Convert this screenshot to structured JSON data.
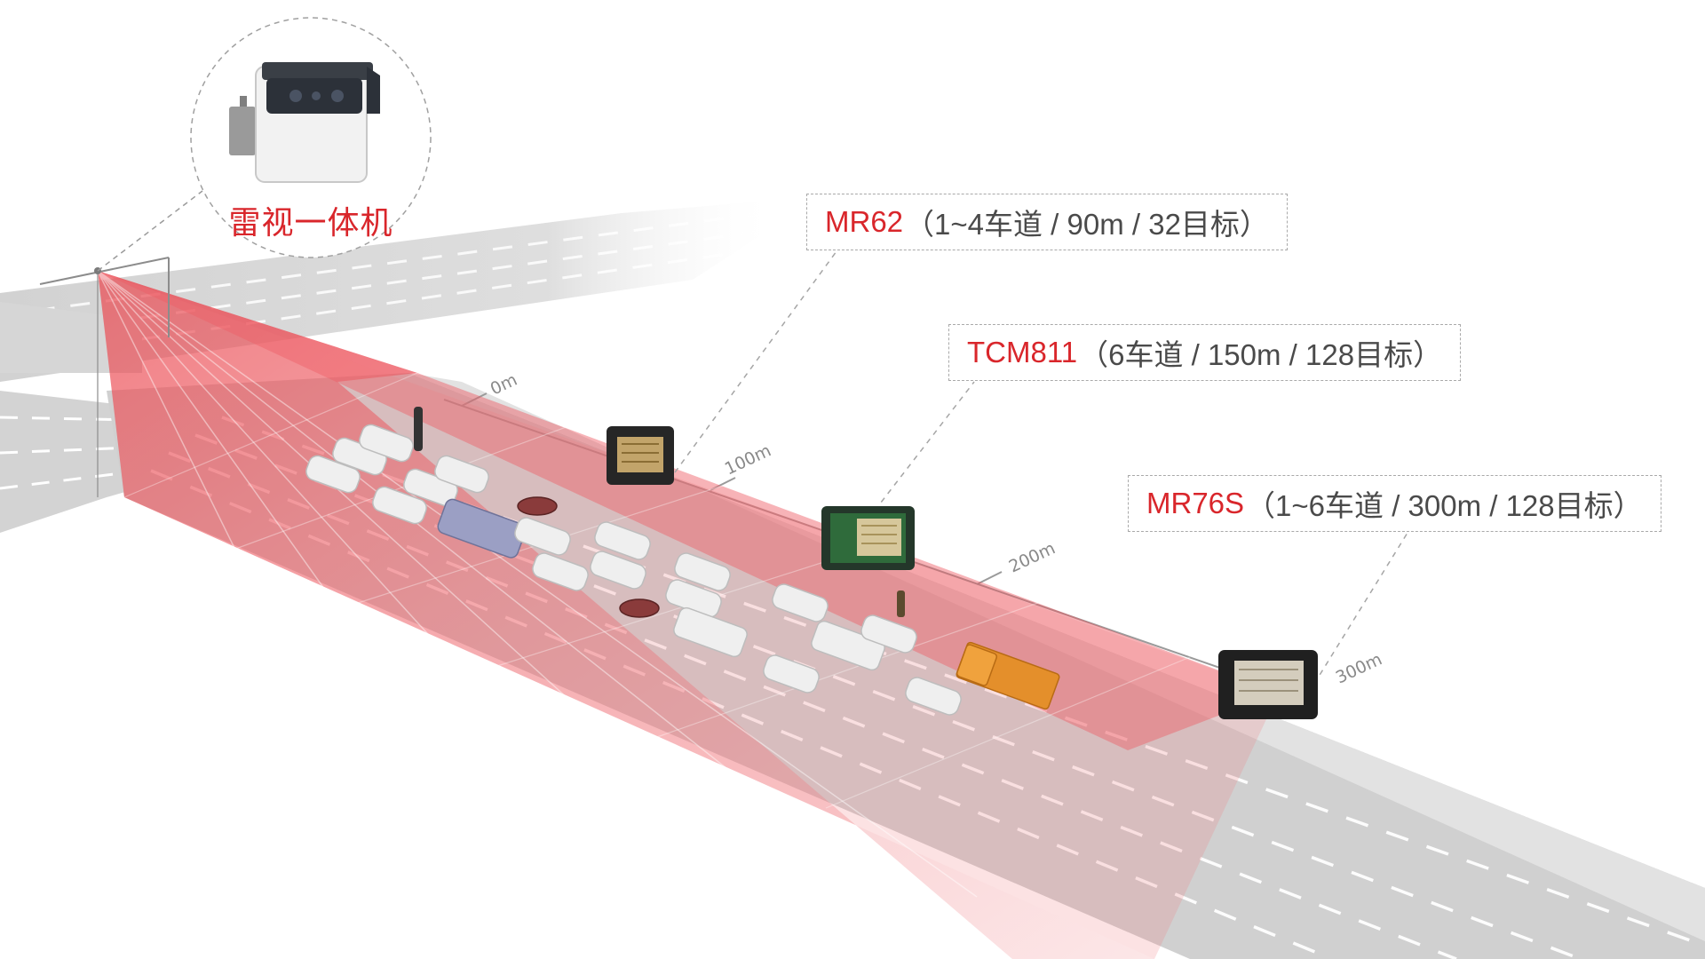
{
  "camera": {
    "caption": "雷视一体机",
    "icon": "radar-video-camera-icon"
  },
  "radars": [
    {
      "model": "MR62",
      "spec": "（1~4车道 / 90m / 32目标）"
    },
    {
      "model": "TCM811",
      "spec": "（6车道 / 150m / 128目标）"
    },
    {
      "model": "MR76S",
      "spec": "（1~6车道 / 300m / 128目标）"
    }
  ],
  "distance_markers": [
    "0m",
    "100m",
    "200m",
    "300m"
  ],
  "colors": {
    "accent_red": "#d9262b",
    "road_gray": "#d4d4d4",
    "beam_red": "#e8333c"
  }
}
